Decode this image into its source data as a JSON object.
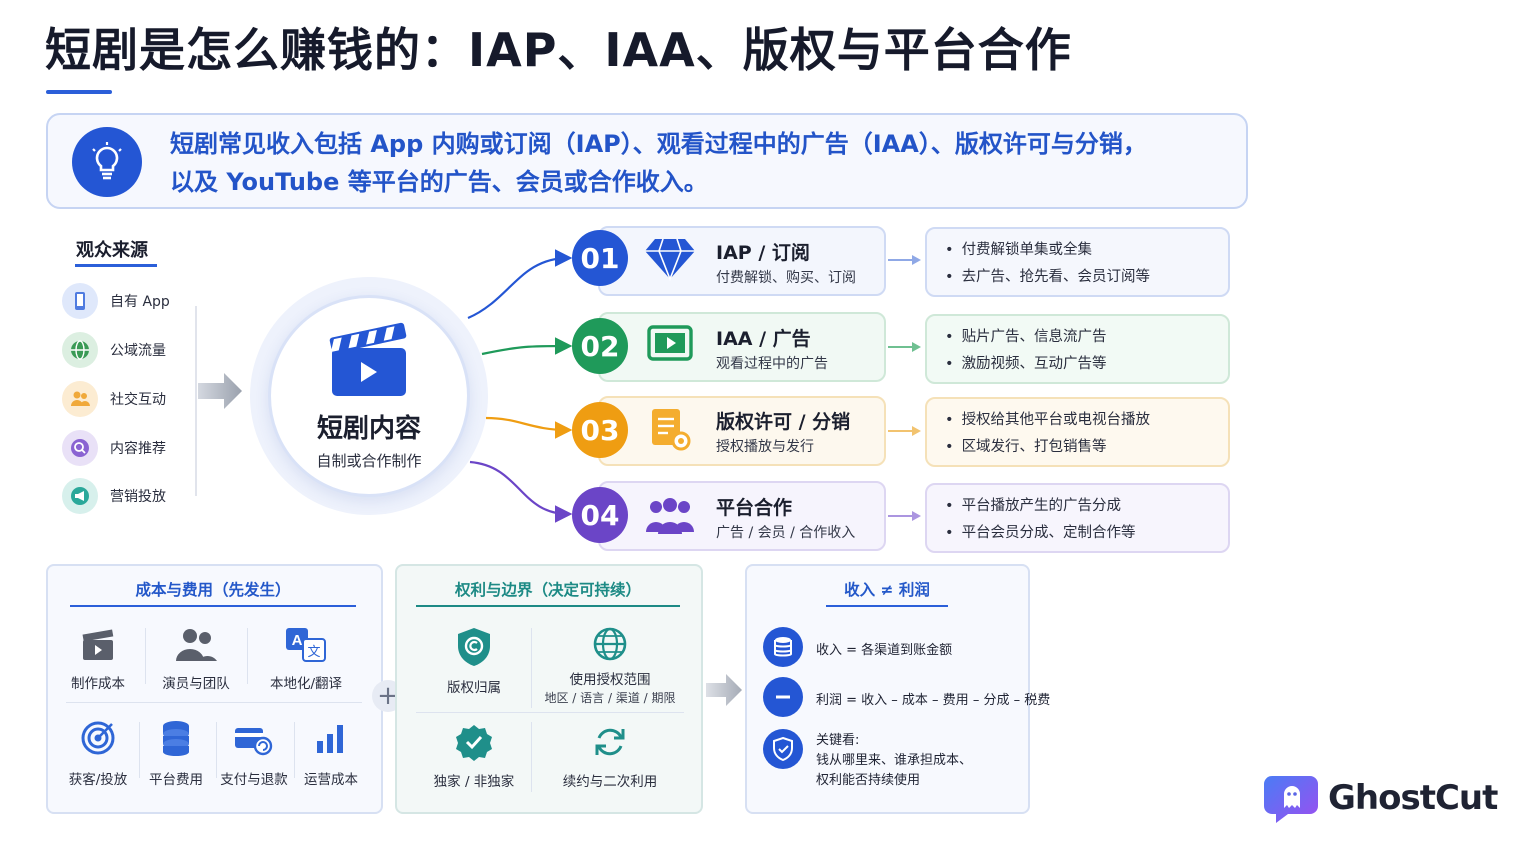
{
  "title": "短剧是怎么赚钱的：IAP、IAA、版权与平台合作",
  "intro": {
    "line1": "短剧常见收入包括 App 内购或订阅（IAP）、观看过程中的广告（IAA）、版权许可与分销，",
    "line2": "以及 YouTube 等平台的广告、会员或合作收入。",
    "icon": "lightbulb-icon"
  },
  "audience": {
    "title": "观众来源",
    "items": [
      {
        "label": "自有 App",
        "icon": "phone-icon",
        "color": "#4f7be0"
      },
      {
        "label": "公域流量",
        "icon": "globe-icon",
        "color": "#3a9a55"
      },
      {
        "label": "社交互动",
        "icon": "people-icon",
        "color": "#f0a93a"
      },
      {
        "label": "内容推荐",
        "icon": "search-icon",
        "color": "#8a63d2"
      },
      {
        "label": "营销投放",
        "icon": "megaphone-icon",
        "color": "#2aa89a"
      }
    ]
  },
  "center": {
    "title": "短剧内容",
    "subtitle": "自制或合作制作",
    "icon": "clapperboard-icon"
  },
  "revenue": [
    {
      "num": "01",
      "title": "IAP / 订阅",
      "sub": "付费解锁、购买、订阅",
      "color": "#2456d4",
      "icon": "diamond-icon",
      "details": [
        "付费解锁单集或全集",
        "去广告、抢先看、会员订阅等"
      ]
    },
    {
      "num": "02",
      "title": "IAA / 广告",
      "sub": "观看过程中的广告",
      "color": "#1f9a5a",
      "icon": "video-player-icon",
      "details": [
        "贴片广告、信息流广告",
        "激励视频、互动广告等"
      ]
    },
    {
      "num": "03",
      "title": "版权许可 / 分销",
      "sub": "授权播放与发行",
      "color": "#ef9d12",
      "icon": "license-document-icon",
      "details": [
        "授权给其他平台或电视台播放",
        "区域发行、打包销售等"
      ]
    },
    {
      "num": "04",
      "title": "平台合作",
      "sub": "广告 / 会员 / 合作收入",
      "color": "#6b45c7",
      "icon": "group-icon",
      "details": [
        "平台播放产生的广告分成",
        "平台会员分成、定制合作等"
      ]
    }
  ],
  "costs": {
    "title": "成本与费用（先发生）",
    "items": [
      {
        "label": "制作成本",
        "icon": "clapperboard-icon"
      },
      {
        "label": "演员与团队",
        "icon": "team-icon"
      },
      {
        "label": "本地化/翻译",
        "icon": "translate-icon"
      },
      {
        "label": "获客/投放",
        "icon": "target-icon"
      },
      {
        "label": "平台费用",
        "icon": "coins-icon"
      },
      {
        "label": "支付与退款",
        "icon": "payment-icon"
      },
      {
        "label": "运营成本",
        "icon": "bar-chart-icon"
      }
    ]
  },
  "rights": {
    "title": "权利与边界（决定可持续）",
    "items": [
      {
        "label": "版权归属",
        "icon": "copyright-shield-icon"
      },
      {
        "label": "使用授权范围",
        "sub": "地区 / 语言 / 渠道 / 期限",
        "icon": "globe-icon"
      },
      {
        "label": "独家 / 非独家",
        "icon": "badge-icon"
      },
      {
        "label": "续约与二次利用",
        "icon": "refresh-icon"
      }
    ]
  },
  "income": {
    "title": "收入 ≠ 利润",
    "items": [
      {
        "text": "收入 = 各渠道到账金额",
        "icon": "database-icon"
      },
      {
        "text": "利润 = 收入 – 成本 – 费用 – 分成 – 税费",
        "icon": "minus-icon"
      },
      {
        "lines": [
          "关键看:",
          "钱从哪里来、谁承担成本、",
          "权利能否持续使用"
        ],
        "icon": "shield-check-icon"
      }
    ]
  },
  "brand": {
    "name": "GhostCut",
    "icon": "ghost-logo-icon"
  },
  "colors": {
    "accent": "#2456d4",
    "green": "#1f9a5a",
    "orange": "#ef9d12",
    "purple": "#6b45c7"
  }
}
